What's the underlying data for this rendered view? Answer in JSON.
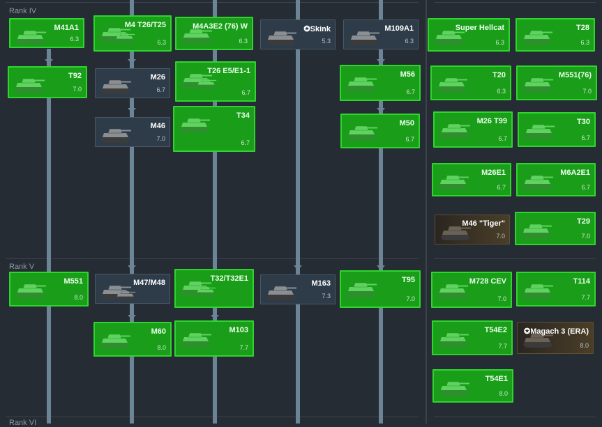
{
  "ranks": [
    {
      "label": "Rank IV"
    },
    {
      "label": "Rank V"
    },
    {
      "label": "Rank VI"
    }
  ],
  "colors": {
    "researched_bg": "#1a9e1a",
    "researched_border": "#2fd42f",
    "locked_bg": "#2e3c4a",
    "premium_bg": "#4a3e28",
    "line": "#6b8597"
  },
  "vehicles": [
    {
      "id": "m41a1",
      "name": "M41A1",
      "br": "6.3",
      "state": "green",
      "icon": "light-tank-icon"
    },
    {
      "id": "m4-t26-t25",
      "name": "M4 T26/T25",
      "br": "6.3",
      "state": "green",
      "icon": "medium-tank-icon",
      "pair": true
    },
    {
      "id": "m4a3e2-76-w",
      "name": "M4A3E2 (76) W",
      "br": "6.3",
      "state": "green",
      "icon": "medium-tank-icon"
    },
    {
      "id": "skink",
      "name": "✪Skink",
      "br": "5.3",
      "state": "gray",
      "icon": "spaa-icon"
    },
    {
      "id": "m109a1",
      "name": "M109A1",
      "br": "6.3",
      "state": "gray",
      "icon": "spg-icon"
    },
    {
      "id": "super-hellcat",
      "name": "Super Hellcat",
      "br": "6.3",
      "state": "green",
      "icon": "tank-destroyer-icon"
    },
    {
      "id": "t28",
      "name": "T28",
      "br": "6.3",
      "state": "green",
      "icon": "heavy-tank-icon"
    },
    {
      "id": "t92",
      "name": "T92",
      "br": "7.0",
      "state": "green",
      "icon": "light-tank-icon"
    },
    {
      "id": "m26",
      "name": "M26",
      "br": "6.7",
      "state": "gray",
      "icon": "heavy-tank-icon"
    },
    {
      "id": "t26-e5-e1-1",
      "name": "T26 E5/E1-1",
      "br": "6.7",
      "state": "green",
      "icon": "heavy-tank-icon",
      "pair": true
    },
    {
      "id": "m56",
      "name": "M56",
      "br": "6.7",
      "state": "green",
      "icon": "tank-destroyer-icon"
    },
    {
      "id": "t20",
      "name": "T20",
      "br": "6.3",
      "state": "green",
      "icon": "medium-tank-icon"
    },
    {
      "id": "m551-76",
      "name": "M551(76)",
      "br": "7.0",
      "state": "green",
      "icon": "light-tank-icon"
    },
    {
      "id": "m46",
      "name": "M46",
      "br": "7.0",
      "state": "gray",
      "icon": "medium-tank-icon"
    },
    {
      "id": "t34",
      "name": "T34",
      "br": "6.7",
      "state": "green",
      "icon": "heavy-tank-icon"
    },
    {
      "id": "m50",
      "name": "M50",
      "br": "6.7",
      "state": "green",
      "icon": "tank-destroyer-icon"
    },
    {
      "id": "m26-t99",
      "name": "M26 T99",
      "br": "6.7",
      "state": "green",
      "icon": "rocket-tank-icon"
    },
    {
      "id": "t30",
      "name": "T30",
      "br": "6.7",
      "state": "green",
      "icon": "heavy-tank-icon"
    },
    {
      "id": "m26e1",
      "name": "M26E1",
      "br": "6.7",
      "state": "green",
      "icon": "heavy-tank-icon"
    },
    {
      "id": "m6a2e1",
      "name": "M6A2E1",
      "br": "6.7",
      "state": "green",
      "icon": "heavy-tank-icon"
    },
    {
      "id": "m46-tiger",
      "name": "M46 \"Tiger\"",
      "br": "7.0",
      "state": "prem",
      "icon": "medium-tank-icon"
    },
    {
      "id": "t29",
      "name": "T29",
      "br": "7.0",
      "state": "green",
      "icon": "heavy-tank-icon"
    },
    {
      "id": "m551",
      "name": "M551",
      "br": "8.0",
      "state": "green",
      "icon": "light-tank-icon"
    },
    {
      "id": "m47-m48",
      "name": "M47/M48",
      "br": "",
      "state": "gray",
      "icon": "medium-tank-icon",
      "pair": true
    },
    {
      "id": "t32-t32e1",
      "name": "T32/T32E1",
      "br": "",
      "state": "green",
      "icon": "heavy-tank-icon",
      "pair": true
    },
    {
      "id": "m163",
      "name": "M163",
      "br": "7.3",
      "state": "gray",
      "icon": "spaa-icon"
    },
    {
      "id": "t95",
      "name": "T95",
      "br": "7.0",
      "state": "green",
      "icon": "tank-destroyer-icon"
    },
    {
      "id": "m728-cev",
      "name": "M728 CEV",
      "br": "7.0",
      "state": "green",
      "icon": "medium-tank-icon"
    },
    {
      "id": "t114",
      "name": "T114",
      "br": "7.7",
      "state": "green",
      "icon": "tank-destroyer-icon"
    },
    {
      "id": "m60",
      "name": "M60",
      "br": "8.0",
      "state": "green",
      "icon": "medium-tank-icon"
    },
    {
      "id": "m103",
      "name": "M103",
      "br": "7.7",
      "state": "green",
      "icon": "heavy-tank-icon"
    },
    {
      "id": "t54e2",
      "name": "T54E2",
      "br": "7.7",
      "state": "green",
      "icon": "heavy-tank-icon"
    },
    {
      "id": "magach-3-era",
      "name": "✪Magach 3 (ERA)",
      "br": "8.0",
      "state": "prem",
      "icon": "medium-tank-icon"
    },
    {
      "id": "t54e1",
      "name": "T54E1",
      "br": "8.0",
      "state": "green",
      "icon": "heavy-tank-icon"
    }
  ]
}
